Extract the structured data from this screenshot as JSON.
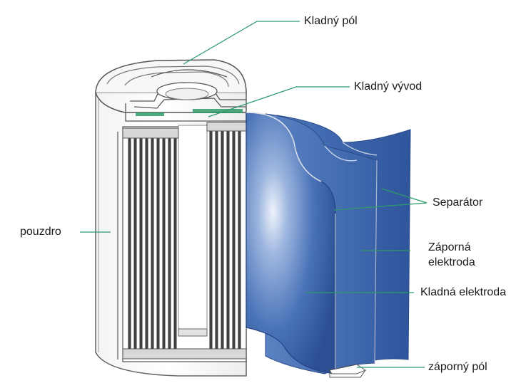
{
  "labels": {
    "positive_pole": "Kladný pól",
    "positive_lead": "Kladný vývod",
    "casing": "pouzdro",
    "separator": "Separátor",
    "negative_electrode_line1": "Záporná",
    "negative_electrode_line2": "elektroda",
    "positive_electrode": "Kladná elektroda",
    "negative_pole": "záporný pól"
  },
  "colors": {
    "leader_line": "#2e9a6a",
    "electrode_blue": "#3d68b0",
    "outline": "#555555"
  }
}
